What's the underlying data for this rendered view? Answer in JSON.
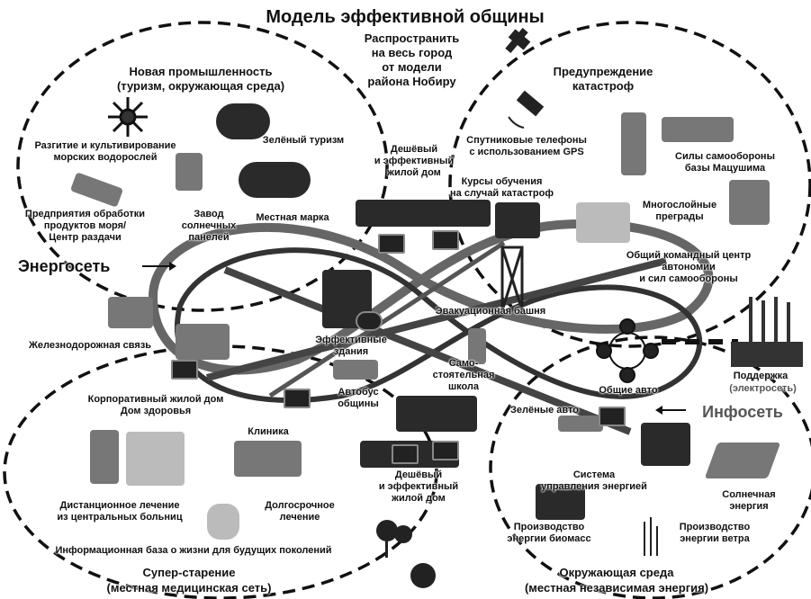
{
  "title": "Модель эффективной общины",
  "top_note": "Распространить\nна весь город\nот модели\nрайона Нобиру",
  "zones": {
    "industry": "Новая промышленность\n(туризм, окружающая среда)",
    "disaster": "Предупреждение\nкатастроф",
    "aging": "Супер-старение\n(местная медицинская сеть)",
    "environment": "Окружающая среда\n(местная независимая энергия)"
  },
  "grids": {
    "energy": "Энергосеть",
    "info": "Инфосеть"
  },
  "labels": {
    "seaweed": "Разгитие и культивирование\nморских водорослей",
    "green_tourism": "Зелёный туризм",
    "cheap_housing_top": "Дешёвый\nи эффективный\nжилой дом",
    "satellite_phones": "Спутниковые телефоны\nс использованием GPS",
    "self_defense": "Силы самообороны\nбазы Мацушима",
    "training": "Курсы обучения\nна случай катастроф",
    "seafood": "Предприятия обработки\nпродуктов моря/\nЦентр раздачи",
    "solar_plant": "Завод\nсолнечных\nпанелей",
    "local_brand": "Местная марка",
    "barriers": "Многослойные\nпреграды",
    "command_center": "Общий командный центр\nавтономии\nи сил самообороны",
    "evacuation_tower": "Эвакуационная башня",
    "efficient_buildings": "Эффективные\nздания",
    "railway": "Железнодорожная связь",
    "shared_cars": "Общие авто",
    "support": "Поддержка",
    "support_sub": "(электросеть)",
    "corporate_housing": "Корпоративный жилой дом\nДом здоровья",
    "community_bus": "Автобус\nобщины",
    "independent_school": "Само-\nстоятельная\nшкола",
    "green_cars": "Зелёные авто",
    "clinic": "Клиника",
    "energy_management": "Система\nуправления энергией",
    "solar_energy": "Солнечная\nэнергия",
    "remote_treatment": "Дистанционное лечение\nиз центральных больниц",
    "longterm_care": "Долгосрочное\nлечение",
    "cheap_housing_bottom": "Дешёвый\nи эффективный\nжилой дом",
    "biomass": "Производство\nэнергии биомасс",
    "wind": "Производство\nэнергии ветра",
    "life_database": "Информационная база о жизни для будущих поколений"
  }
}
